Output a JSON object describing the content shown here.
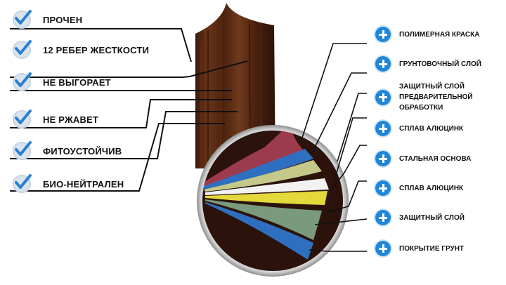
{
  "left_features": [
    {
      "label": "ПРОЧЕН",
      "icon": "checkmark-icon"
    },
    {
      "label": "12 РЕБЕР ЖЕСТКОСТИ",
      "icon": "checkmark-icon"
    },
    {
      "label": "НЕ ВЫГОРАЕТ",
      "icon": "checkmark-icon"
    },
    {
      "label": "НЕ РЖАВЕТ",
      "icon": "checkmark-icon"
    },
    {
      "label": "ФИТОУСТОЙЧИВ",
      "icon": "checkmark-icon"
    },
    {
      "label": "БИО-НЕЙТРАЛЕН",
      "icon": "checkmark-icon"
    }
  ],
  "right_layers": [
    {
      "lines": [
        "ПОЛИМЕРНАЯ КРАСКА"
      ],
      "icon": "plus-icon"
    },
    {
      "lines": [
        "ГРУНТОВОЧНЫЙ СЛОЙ"
      ],
      "icon": "plus-icon"
    },
    {
      "lines": [
        "ЗАЩИТНЫЙ СЛОЙ",
        "ПРЕДВАРИТЕЛЬНОЙ",
        "ОБРАБОТКИ"
      ],
      "icon": "plus-icon"
    },
    {
      "lines": [
        "СПЛАВ АЛЮЦИНК"
      ],
      "icon": "plus-icon"
    },
    {
      "lines": [
        "СТАЛЬНАЯ ОСНОВА"
      ],
      "icon": "plus-icon"
    },
    {
      "lines": [
        "СПЛАВ АЛЮЦИНК"
      ],
      "icon": "plus-icon"
    },
    {
      "lines": [
        "ЗАЩИТНЫЙ СЛОЙ"
      ],
      "icon": "plus-icon"
    },
    {
      "lines": [
        "ПОКРЫТИЕ ГРУНТ"
      ],
      "icon": "plus-icon"
    }
  ],
  "colors": {
    "wood": "#5a2a14",
    "circle_bg": "#2b130c",
    "plus_blue": "#1f86d8",
    "check_blue": "#2a7fd0",
    "layer_polymer": "#9c3a4e",
    "layer_blue": "#2f6fc0",
    "layer_yellow_green": "#c4c98a",
    "layer_white": "#eeeeee",
    "layer_yellow": "#e4d93a",
    "layer_green": "#7a9a7e"
  }
}
